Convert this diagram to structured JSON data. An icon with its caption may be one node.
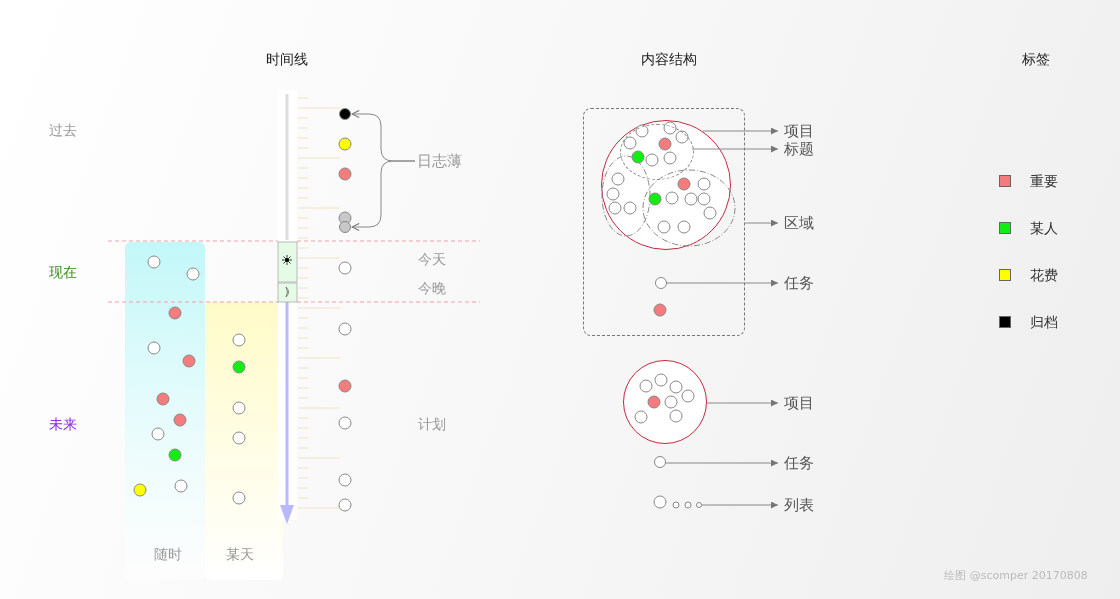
{
  "diagram": {
    "nodes": [
      {
        "text": [
          "日志薄"
        ]
      },
      {
        "text": [],
        "shape": "circle"
      },
      {
        "text": [],
        "shape": "circle"
      },
      {
        "text": [],
        "shape": "box"
      },
      {
        "text": [],
        "shape": "circle",
        "in": 3
      },
      {
        "text": [],
        "shape": "ellipse",
        "in": 4
      },
      {
        "text": [],
        "shape": "circle",
        "in": 3
      },
      {
        "text": [
          "项目"
        ]
      },
      {
        "text": [
          "标题"
        ]
      },
      {
        "text": [
          "区域"
        ]
      },
      {
        "text": [
          "任务"
        ]
      },
      {
        "text": [],
        "shape": "circle"
      },
      {
        "text": [
          "项目"
        ]
      },
      {
        "text": [],
        "shape": "circle"
      },
      {
        "text": [
          "任务"
        ]
      },
      {
        "text": [],
        "shape": "circle"
      },
      {
        "text": [
          "列表"
        ]
      }
    ],
    "edges": [
      {
        "from": 0,
        "to": 1,
        "arrow": "to"
      },
      {
        "from": 0,
        "to": 2,
        "arrow": "to"
      },
      {
        "from": 4,
        "to": 7,
        "arrow": "to"
      },
      {
        "from": 5,
        "to": 8,
        "arrow": "to"
      },
      {
        "from": 3,
        "to": 9,
        "arrow": "to"
      },
      {
        "from": 6,
        "to": 10,
        "arrow": "to"
      },
      {
        "from": 11,
        "to": 12,
        "arrow": "to"
      },
      {
        "from": 13,
        "to": 14,
        "arrow": "to"
      },
      {
        "from": 15,
        "to": 16,
        "arrow": "to"
      }
    ],
    "labels": [
      "时间线",
      "内容结构",
      "标签",
      "过去",
      "现在",
      "未来",
      "今天",
      "今晚",
      "计划",
      "随时",
      "某天",
      "绘图 @scomper 20170808"
    ],
    "legend": [
      {
        "text": "重要",
        "color": "#f47c7c"
      },
      {
        "text": "某人",
        "color": "#11ee11"
      },
      {
        "text": "花费",
        "color": "#ffff00"
      },
      {
        "text": "归档",
        "color": "#000000"
      }
    ]
  }
}
